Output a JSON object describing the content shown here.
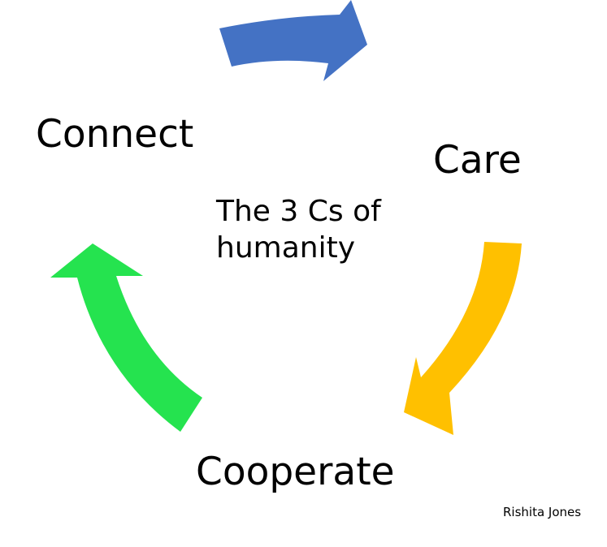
{
  "diagram": {
    "labels": {
      "connect": "Connect",
      "care": "Care",
      "cooperate": "Cooperate"
    },
    "center": {
      "line1": "The 3 Cs of",
      "line2": "humanity"
    },
    "author": "Rishita Jones",
    "colors": {
      "blue_arrow": "#4472C4",
      "yellow_arrow": "#FFC000",
      "green_arrow": "#25E34F",
      "text": "#000000",
      "background": "#FFFFFF"
    }
  }
}
